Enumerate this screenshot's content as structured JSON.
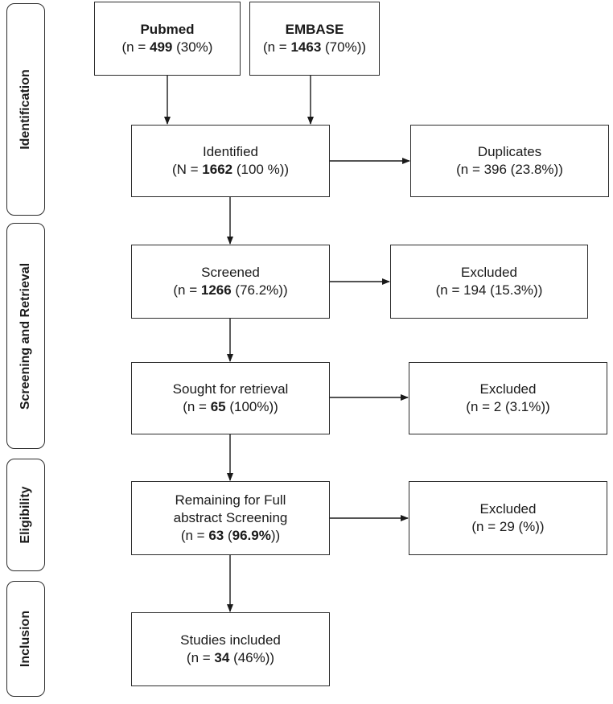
{
  "stages": {
    "identification": "Identification",
    "screening": "Screening and Retrieval",
    "eligibility": "Eligibility",
    "inclusion": "Inclusion"
  },
  "boxes": {
    "pubmed": {
      "title": "Pubmed",
      "n_prefix": "(n = ",
      "n_value": "499",
      "n_suffix": " (30%)"
    },
    "embase": {
      "title": "EMBASE",
      "n_prefix": "(n = ",
      "n_value": "1463",
      "n_suffix": " (70%))"
    },
    "identified": {
      "title": "Identified",
      "n_prefix": "(N = ",
      "n_value": "1662",
      "n_suffix": " (100 %))"
    },
    "duplicates": {
      "title": "Duplicates",
      "n_text": "(n = 396 (23.8%))"
    },
    "screened": {
      "title": "Screened",
      "n_prefix": "(n = ",
      "n_value": "1266",
      "n_suffix": " (76.2%))"
    },
    "excluded_screening": {
      "title": "Excluded",
      "n_text": "(n = 194 (15.3%))"
    },
    "sought": {
      "title": "Sought for retrieval",
      "n_prefix": "(n = ",
      "n_value": "65",
      "n_suffix": " (100%))"
    },
    "excluded_retrieval": {
      "title": "Excluded",
      "n_text": "(n = 2 (3.1%))"
    },
    "remaining": {
      "title_line1": "Remaining for Full",
      "title_line2": "abstract Screening",
      "n_prefix": "(n = ",
      "n_value": "63",
      "n_mid": " (",
      "n_pct": "96.9%",
      "n_suffix": "))"
    },
    "excluded_eligibility": {
      "title": "Excluded",
      "n_text": "(n = 29 (%))"
    },
    "included": {
      "title": "Studies included",
      "n_prefix": "(n = ",
      "n_value": "34",
      "n_suffix": " (46%))"
    }
  },
  "colors": {
    "border": "#2b2b2b",
    "arrow": "#1a1a1a",
    "text": "#1a1a1a"
  }
}
